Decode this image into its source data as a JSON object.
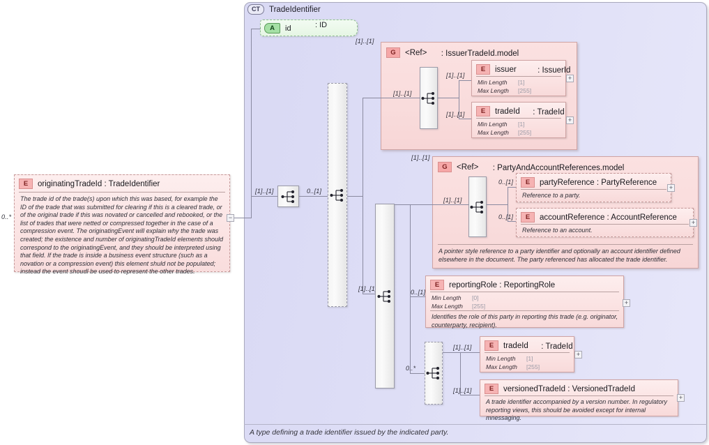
{
  "diagram": {
    "kind": "xml-schema-diagram",
    "footer_note": "A type defining a trade identifier issued by the indicated party."
  },
  "complex_type": {
    "badge": "CT",
    "name": "TradeIdentifier"
  },
  "attribute": {
    "badge": "A",
    "name": "id",
    "type": ": ID"
  },
  "origin_element": {
    "badge": "E",
    "title": "originatingTradeId : TradeIdentifier",
    "cardinality": "0..*",
    "collapse_symbol": "−",
    "doc": "The trade id of the trade(s) upon which this was based, for example the ID of the trade that was submitted for clearing if this is a cleared trade, or of the original trade if this was novated or cancelled and rebooked, or the list of trades that were netted or compressed together in the case of a compression event. The originatingEvent will explain why the trade was created; the existence and number of originatingTradeId elements should correspond to the originatingEvent, and they should be interpreted using that field. If the trade is inside a business event structure (such as a novation or a compression event) this element shuld not be populated; instead the event shoudl be used to represent the other trades."
  },
  "connectors": {
    "root_sequence_card": "[1]..[1]",
    "root_choice_card": "0..[1]",
    "issuer_group_card": "[1]..[1]",
    "party_group_card": "[1]..[1]",
    "inner_choice_card": "[1]..[1]",
    "bottom_choice_card": "0..*"
  },
  "groups": [
    {
      "badge": "G",
      "ref": "<Ref>",
      "type": ": IssuerTradeId.model",
      "sequence_card": "[1]..[1]",
      "children": [
        {
          "badge": "E",
          "name": "issuer",
          "type": ": IssuerId",
          "cardinality": "[1]..[1]",
          "expand": "+",
          "facets": [
            {
              "label": "Min Length",
              "value": "[1]"
            },
            {
              "label": "Max Length",
              "value": "[255]"
            }
          ]
        },
        {
          "badge": "E",
          "name": "tradeId",
          "type": ": TradeId",
          "cardinality": "[1]..[1]",
          "expand": "+",
          "facets": [
            {
              "label": "Min Length",
              "value": "[1]"
            },
            {
              "label": "Max Length",
              "value": "[255]"
            }
          ]
        }
      ]
    },
    {
      "badge": "G",
      "ref": "<Ref>",
      "type": ": PartyAndAccountReferences.model",
      "sequence_card": "[1]..[1]",
      "doc": "A pointer style reference to a party identifier and optionally an account identifier defined elsewhere in the document. The party referenced has allocated the trade identifier.",
      "children": [
        {
          "badge": "E",
          "title": "partyReference : PartyReference",
          "cardinality": "0..[1]",
          "expand": "+",
          "doc": "Reference to a party."
        },
        {
          "badge": "E",
          "title": "accountReference : AccountReference",
          "cardinality": "0..[1]",
          "expand": "+",
          "doc": "Reference to an account."
        }
      ]
    }
  ],
  "reporting_role": {
    "badge": "E",
    "title": "reportingRole : ReportingRole",
    "cardinality": "0..[1]",
    "expand": "+",
    "facets": [
      {
        "label": "Min Length",
        "value": "[0]"
      },
      {
        "label": "Max Length",
        "value": "[255]"
      }
    ],
    "doc": "Identifies the role of this party in reporting this trade (e.g. originator, counterparty, recipient)."
  },
  "bottom_choice": [
    {
      "badge": "E",
      "name": "tradeId",
      "type": ": TradeId",
      "cardinality": "[1]..[1]",
      "expand": "+",
      "facets": [
        {
          "label": "Min Length",
          "value": "[1]"
        },
        {
          "label": "Max Length",
          "value": "[255]"
        }
      ]
    },
    {
      "badge": "E",
      "title": "versionedTradeId : VersionedTradeId",
      "cardinality": "[1]..[1]",
      "expand": "+",
      "doc": "A trade identifier accompanied by a version number. In regulatory reporting views, this should be avoided except for internal mnessaging."
    }
  ]
}
